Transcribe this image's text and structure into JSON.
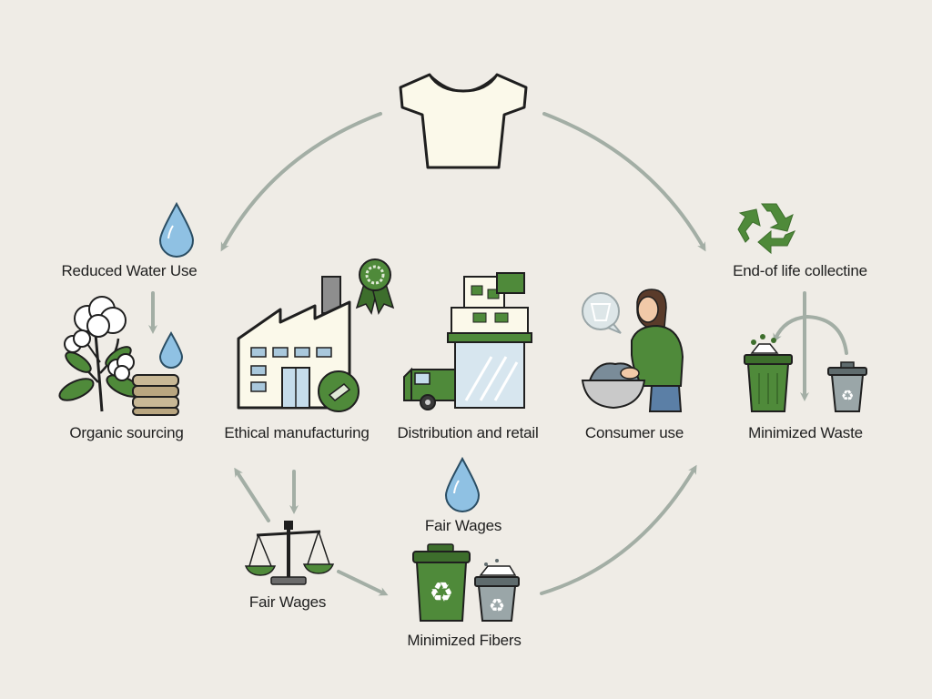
{
  "labels": {
    "reduced_water_use": "Reduced Water Use",
    "end_of_life": "End-of life collectine",
    "organic_sourcing": "Organic sourcing",
    "ethical_manufacturing": "Ethical manufacturing",
    "distribution_retail": "Distribution and retail",
    "consumer_use": "Consumer use",
    "minimized_waste": "Minimized Waste",
    "fair_wages_center": "Fair Wages",
    "fair_wages_scale": "Fair Wages",
    "minimized_fibers": "Minimized Fibers"
  },
  "colors": {
    "background": "#efece6",
    "green": "#4f8a3a",
    "dark_green": "#3d6e2c",
    "gray_arrow": "#a3aea5",
    "water_blue": "#8fc1e3",
    "tshirt_fill": "#fbf9ea"
  }
}
